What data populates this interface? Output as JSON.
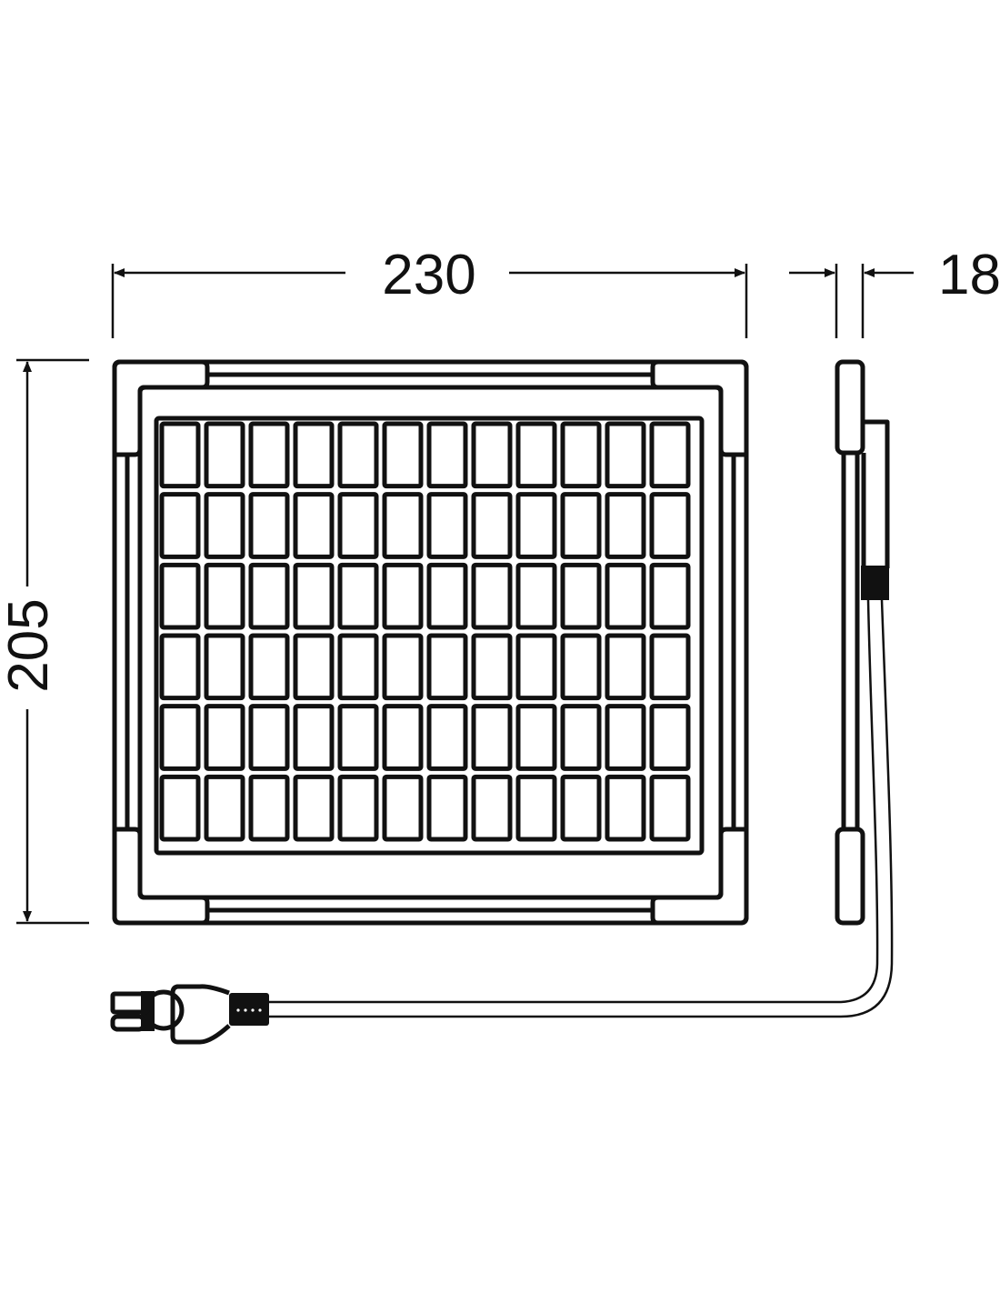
{
  "dimensions": {
    "width": "230",
    "height": "205",
    "depth": "18"
  },
  "panel": {
    "cell_rows": 6,
    "cell_cols": 12
  },
  "colors": {
    "line": "#111111",
    "background": "#ffffff"
  }
}
